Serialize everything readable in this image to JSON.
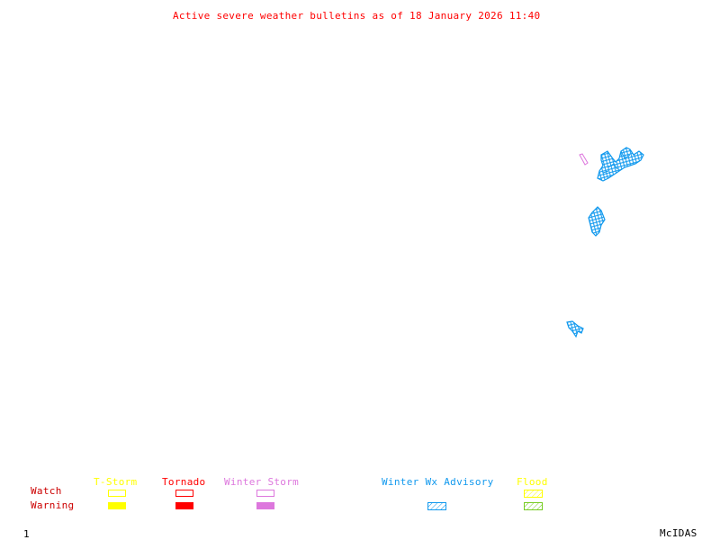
{
  "title": "Active severe weather bulletins as of 18 January 2026 11:40",
  "legend": {
    "row_labels": {
      "watch": "Watch",
      "warning": "Warning"
    },
    "categories": [
      {
        "name": "T-Storm",
        "color": "#ffff00",
        "watch": "outline",
        "warning": "solid"
      },
      {
        "name": "Tornado",
        "color": "#ff0000",
        "watch": "outline",
        "warning": "solid"
      },
      {
        "name": "Winter Storm",
        "color": "#dd77dd",
        "watch": "outline",
        "warning": "solid"
      },
      {
        "name": "Winter Wx Advisory",
        "color": "#1199ee",
        "watch": "none",
        "warning": "hatched"
      },
      {
        "name": "Flood",
        "color_watch": "#ffff00",
        "color_warning": "#77cc22",
        "watch": "hatched",
        "warning": "hatched"
      }
    ]
  },
  "colors": {
    "label_red": "#cc0000",
    "advisory_blue": "#1199ee",
    "winter_storm_pink": "#dd77dd"
  },
  "map_features": [
    {
      "type": "Winter Storm",
      "region": "northeast-small"
    },
    {
      "type": "Winter Wx Advisory",
      "region": "northeast-cluster"
    },
    {
      "type": "Winter Wx Advisory",
      "region": "mid-atlantic"
    },
    {
      "type": "Winter Wx Advisory",
      "region": "southeast"
    }
  ],
  "footer": {
    "frame_number": "1",
    "brand": "McIDAS"
  }
}
